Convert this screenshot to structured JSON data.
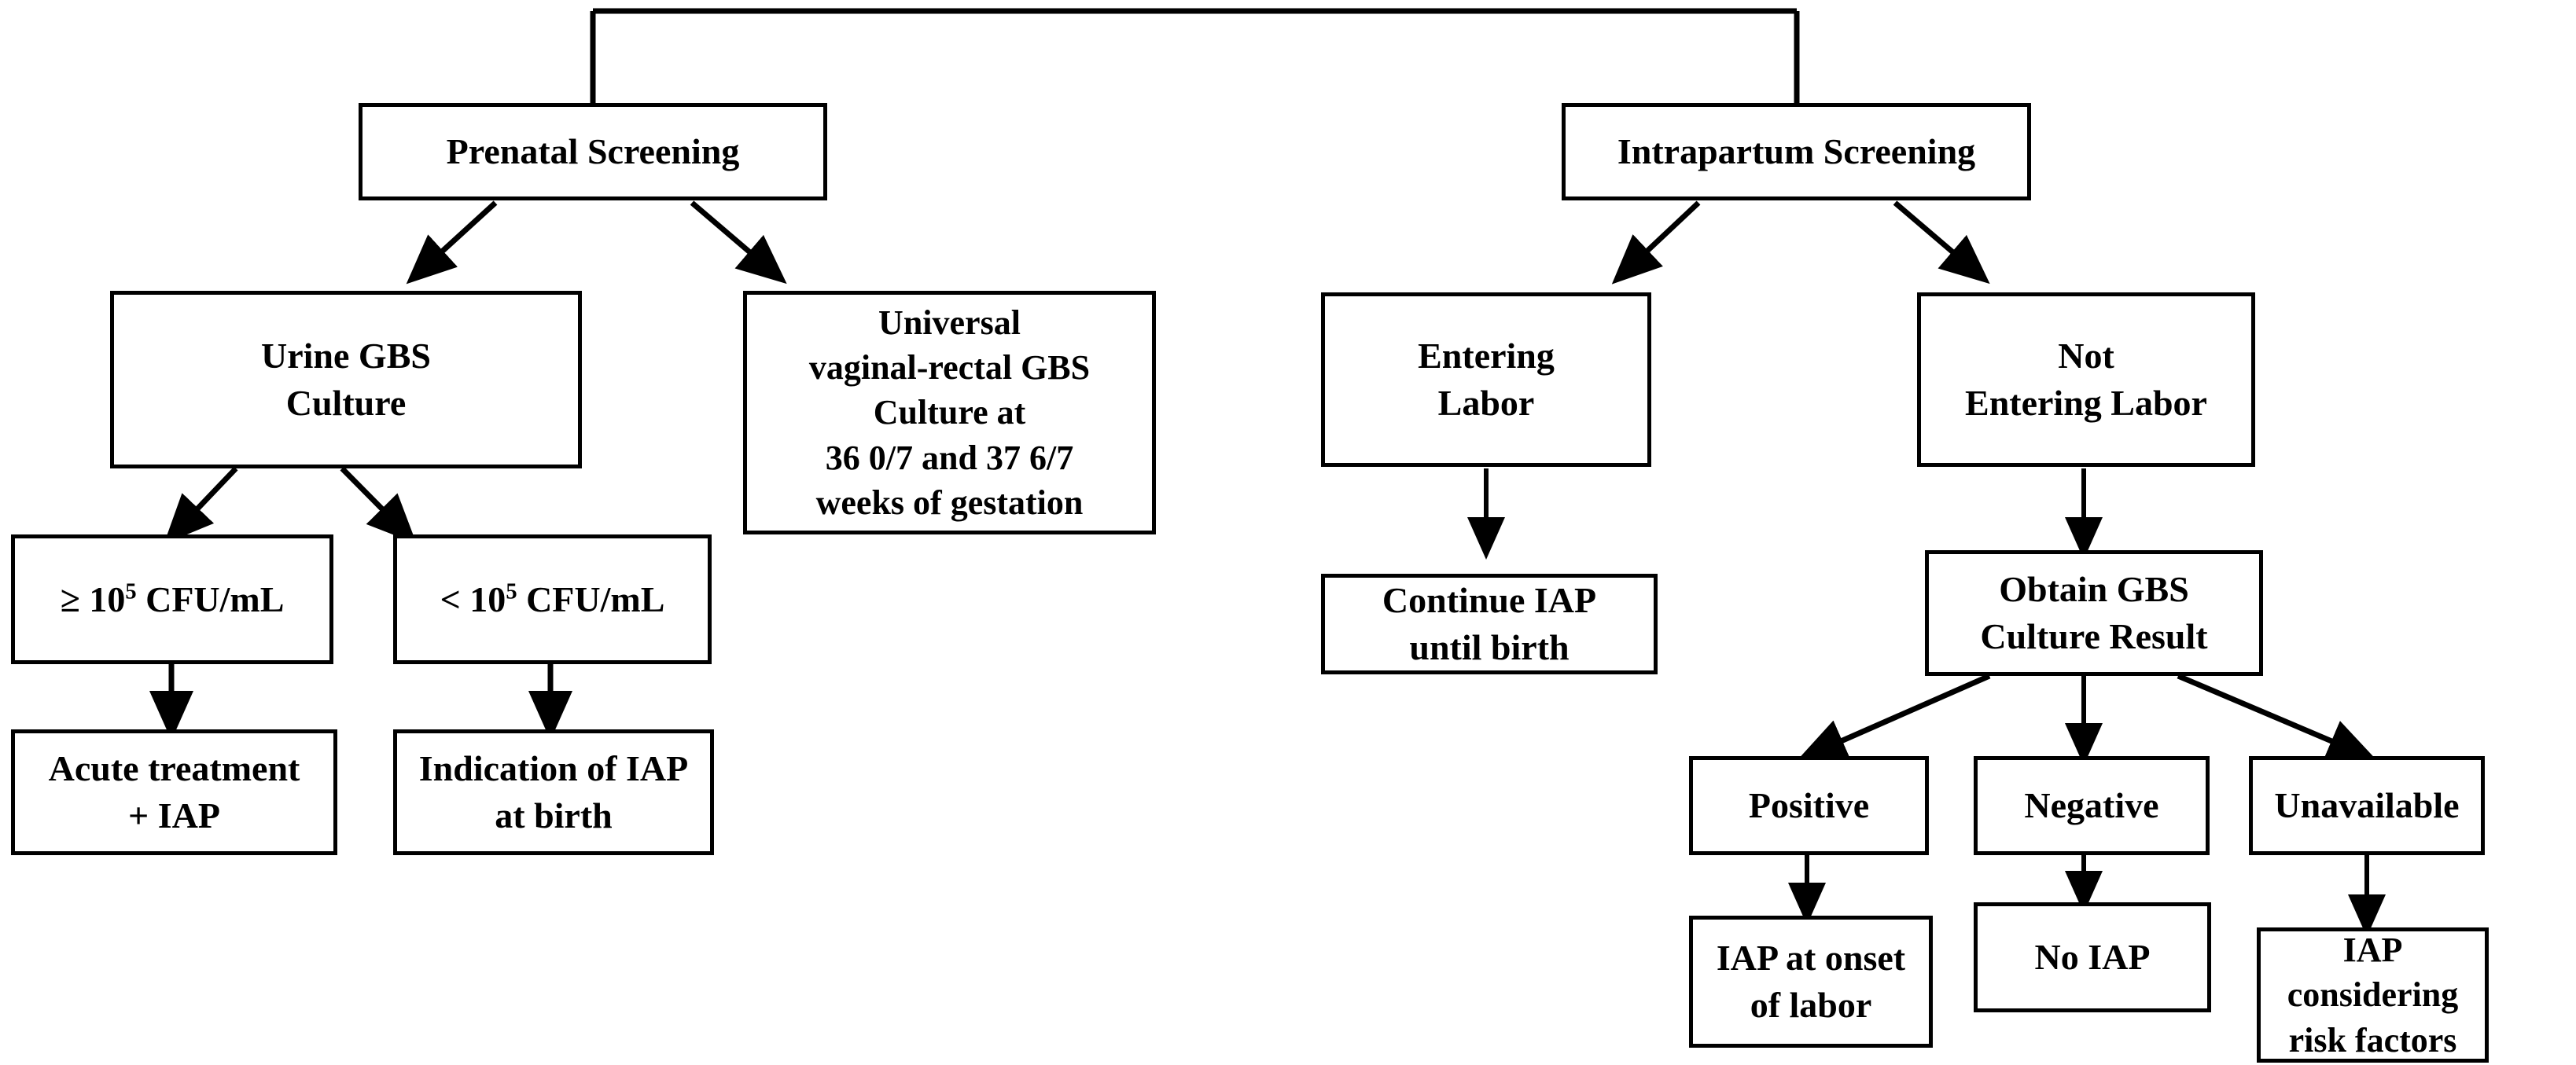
{
  "diagram": {
    "title": "GBS Screening and Intrapartum Antibiotic Prophylaxis Algorithm",
    "type": "flowchart",
    "background": "#ffffff",
    "line_color": "#000000",
    "text_color": "#000000"
  },
  "nodes": {
    "prenatal_screening": "Prenatal Screening",
    "intrapartum_screening": "Intrapartum Screening",
    "urine_gbs_culture": "Urine GBS\nCulture",
    "universal_vaginal_rectal": "Universal\nvaginal-rectal GBS\nCulture at\n36 0/7 and 37 6/7\nweeks of gestation",
    "cfu_high_prefix": "≥ 10",
    "cfu_high_exp": "5",
    "cfu_high_suffix": " CFU/mL",
    "cfu_low_prefix": "< 10",
    "cfu_low_exp": "5",
    "cfu_low_suffix": " CFU/mL",
    "acute_treatment": "Acute treatment\n+ IAP",
    "indication_iap": "Indication of IAP\nat birth",
    "entering_labor": "Entering\nLabor",
    "not_entering_labor": "Not\nEntering Labor",
    "continue_iap": "Continue IAP\nuntil birth",
    "obtain_gbs_culture_result": "Obtain GBS\nCulture Result",
    "positive": "Positive",
    "negative": "Negative",
    "unavailable": "Unavailable",
    "iap_at_onset": "IAP at onset\nof labor",
    "no_iap": "No IAP",
    "iap_considering_risk": "IAP\nconsidering\nrisk factors"
  },
  "edges": [
    {
      "name": "root-bus-to-prenatal",
      "from": "root",
      "to": "prenatal_screening"
    },
    {
      "name": "root-bus-to-intrapartum",
      "from": "root",
      "to": "intrapartum_screening"
    },
    {
      "name": "prenatal-to-urine",
      "from": "prenatal_screening",
      "to": "urine_gbs_culture"
    },
    {
      "name": "prenatal-to-universal",
      "from": "prenatal_screening",
      "to": "universal_vaginal_rectal"
    },
    {
      "name": "urine-to-cfu-high",
      "from": "urine_gbs_culture",
      "to": "cfu_high"
    },
    {
      "name": "urine-to-cfu-low",
      "from": "urine_gbs_culture",
      "to": "cfu_low"
    },
    {
      "name": "cfu-high-to-acute",
      "from": "cfu_high",
      "to": "acute_treatment"
    },
    {
      "name": "cfu-low-to-indication",
      "from": "cfu_low",
      "to": "indication_iap"
    },
    {
      "name": "intrapartum-to-entering",
      "from": "intrapartum_screening",
      "to": "entering_labor"
    },
    {
      "name": "intrapartum-to-not-entering",
      "from": "intrapartum_screening",
      "to": "not_entering_labor"
    },
    {
      "name": "entering-to-continue",
      "from": "entering_labor",
      "to": "continue_iap"
    },
    {
      "name": "not-entering-to-obtain",
      "from": "not_entering_labor",
      "to": "obtain_gbs_culture_result"
    },
    {
      "name": "obtain-to-positive",
      "from": "obtain_gbs_culture_result",
      "to": "positive"
    },
    {
      "name": "obtain-to-negative",
      "from": "obtain_gbs_culture_result",
      "to": "negative"
    },
    {
      "name": "obtain-to-unavailable",
      "from": "obtain_gbs_culture_result",
      "to": "unavailable"
    },
    {
      "name": "positive-to-iap-onset",
      "from": "positive",
      "to": "iap_at_onset"
    },
    {
      "name": "negative-to-no-iap",
      "from": "negative",
      "to": "no_iap"
    },
    {
      "name": "unavailable-to-iap-risk",
      "from": "unavailable",
      "to": "iap_considering_risk"
    }
  ]
}
